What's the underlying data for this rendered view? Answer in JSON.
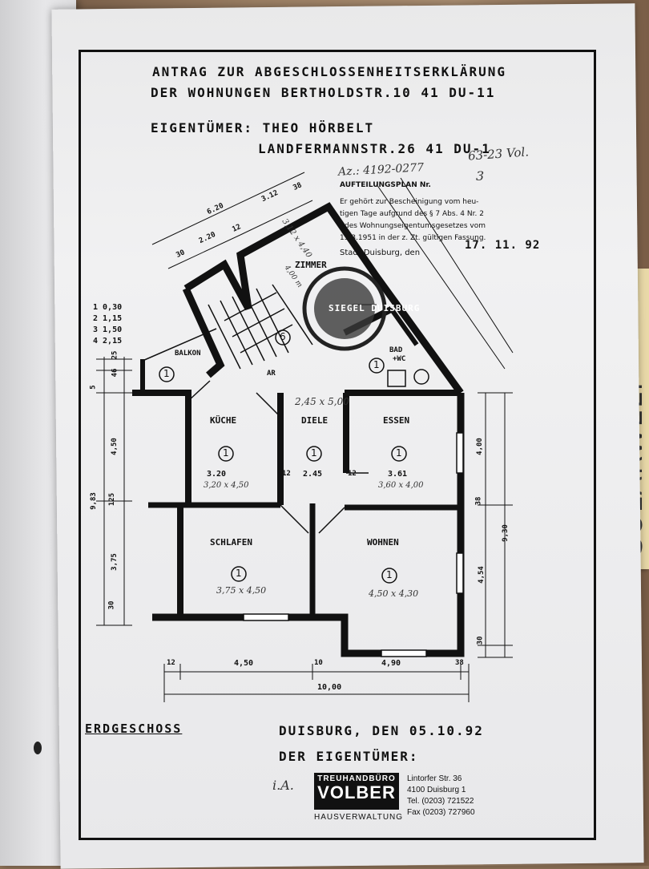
{
  "header": {
    "title_line1": "ANTRAG ZUR ABGESCHLOSSENHEITSERKLÄRUNG",
    "title_line2": "DER WOHNUNGEN BERTHOLDSTR.10 41 DU-11",
    "owner_label": "EIGENTÜMER: THEO HÖRBELT",
    "owner_address": "LANDFERMANNSTR.26 41 DU-1"
  },
  "stamp_block": {
    "az": "Az.: 4192-0277",
    "az_hand": "63-23 Vol.",
    "plan_label": "AUFTEILUNGSPLAN Nr.",
    "plan_no": "3",
    "line1": "Er gehört zur Bescheinigung vom heu-",
    "line2": "tigen Tage aufgrund des § 7 Abs. 4 Nr. 2",
    "line3": "des Wohnungseigentumsgesetzes vom",
    "line4": "15.3.1951 in der z. Zt. gültigen Fassung.",
    "line5": "Stadt Duisburg, den",
    "date": "17. 11. 92",
    "seal_text": "SIEGEL DUISBURG"
  },
  "rooms": {
    "zimmer": "ZIMMER",
    "zimmer_hand": "3,12 x 4,40",
    "zimmer_hand2": "4,00 m",
    "bad": "BAD",
    "wc": "+WC",
    "balkon": "BALKON",
    "ar": "AR",
    "kueche": "KÜCHE",
    "diele": "DIELE",
    "essen": "ESSEN",
    "schlafen": "SCHLAFEN",
    "wohnen": "WOHNEN",
    "unit": "1",
    "stair_no": "6",
    "diele_hand": "2,45 x 5,00",
    "kueche_hand": "3,20 x 4,50",
    "essen_hand": "3,60 x 4,00",
    "schlafen_hand": "3,75 x 4,50",
    "wohnen_hand": "4,50 x 4,30",
    "dim_320": "3.20",
    "dim_12a": "12",
    "dim_245": "2.45",
    "dim_12b": "12",
    "dim_361": "3.61"
  },
  "dimensions": {
    "top_620": "6.20",
    "top_312": "3.12",
    "top_38": "38",
    "top_30": "30",
    "top_220": "2.20",
    "top_12": "12",
    "left_list": [
      "1   0,30",
      "2   1,15",
      "3   1,50",
      "4   2,15"
    ],
    "left_vertical": [
      "25",
      "46",
      "5",
      "4,50",
      "9,83",
      "125",
      "3,75",
      "30"
    ],
    "right_vertical": [
      "4,00",
      "38",
      "9,30",
      "4,54",
      "30"
    ],
    "bottom": [
      "12",
      "4,50",
      "10",
      "4,90",
      "38"
    ],
    "bottom_total": "10,00"
  },
  "footer": {
    "floor": "ERDGESCHOSS",
    "city_date": "DUISBURG, DEN 05.10.92",
    "owner_sig": "DER EIGENTÜMER:",
    "ia": "i.A.",
    "company_top": "TREUHANDBÜRO",
    "company_name": "VOLBER",
    "company_sub": "HAUSVERWALTUNG",
    "addr1": "Lintorfer Str. 36",
    "addr2": "4100 Duisburg 1",
    "tel": "Tel. (0203) 721522",
    "fax": "Fax (0203) 727960"
  },
  "sticky_note": "SOLARWELT"
}
